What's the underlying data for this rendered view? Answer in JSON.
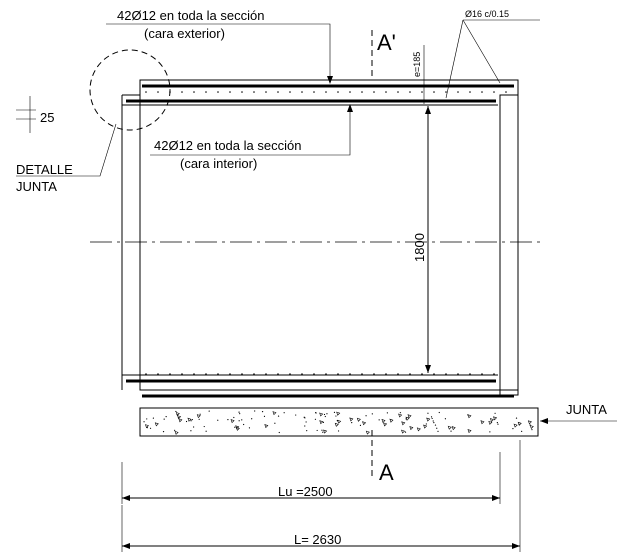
{
  "drawing": {
    "top_callout": {
      "line1": "42Ø12 en toda la sección",
      "line2": "(cara exterior)"
    },
    "inner_callout": {
      "line1": "42Ø12 en toda la sección",
      "line2": "(cara interior)"
    },
    "stirrup_label": "Ø16 c/0.15",
    "thickness_label": "e=185",
    "detail_label": {
      "line1": "DETALLE",
      "line2": "JUNTA"
    },
    "gap_label": "25",
    "section_top": "A'",
    "section_bottom": "A",
    "diameter_label": "1800",
    "joint_label": "JUNTA",
    "dim_inner": "Lu =2500",
    "dim_total": "L= 2630"
  }
}
